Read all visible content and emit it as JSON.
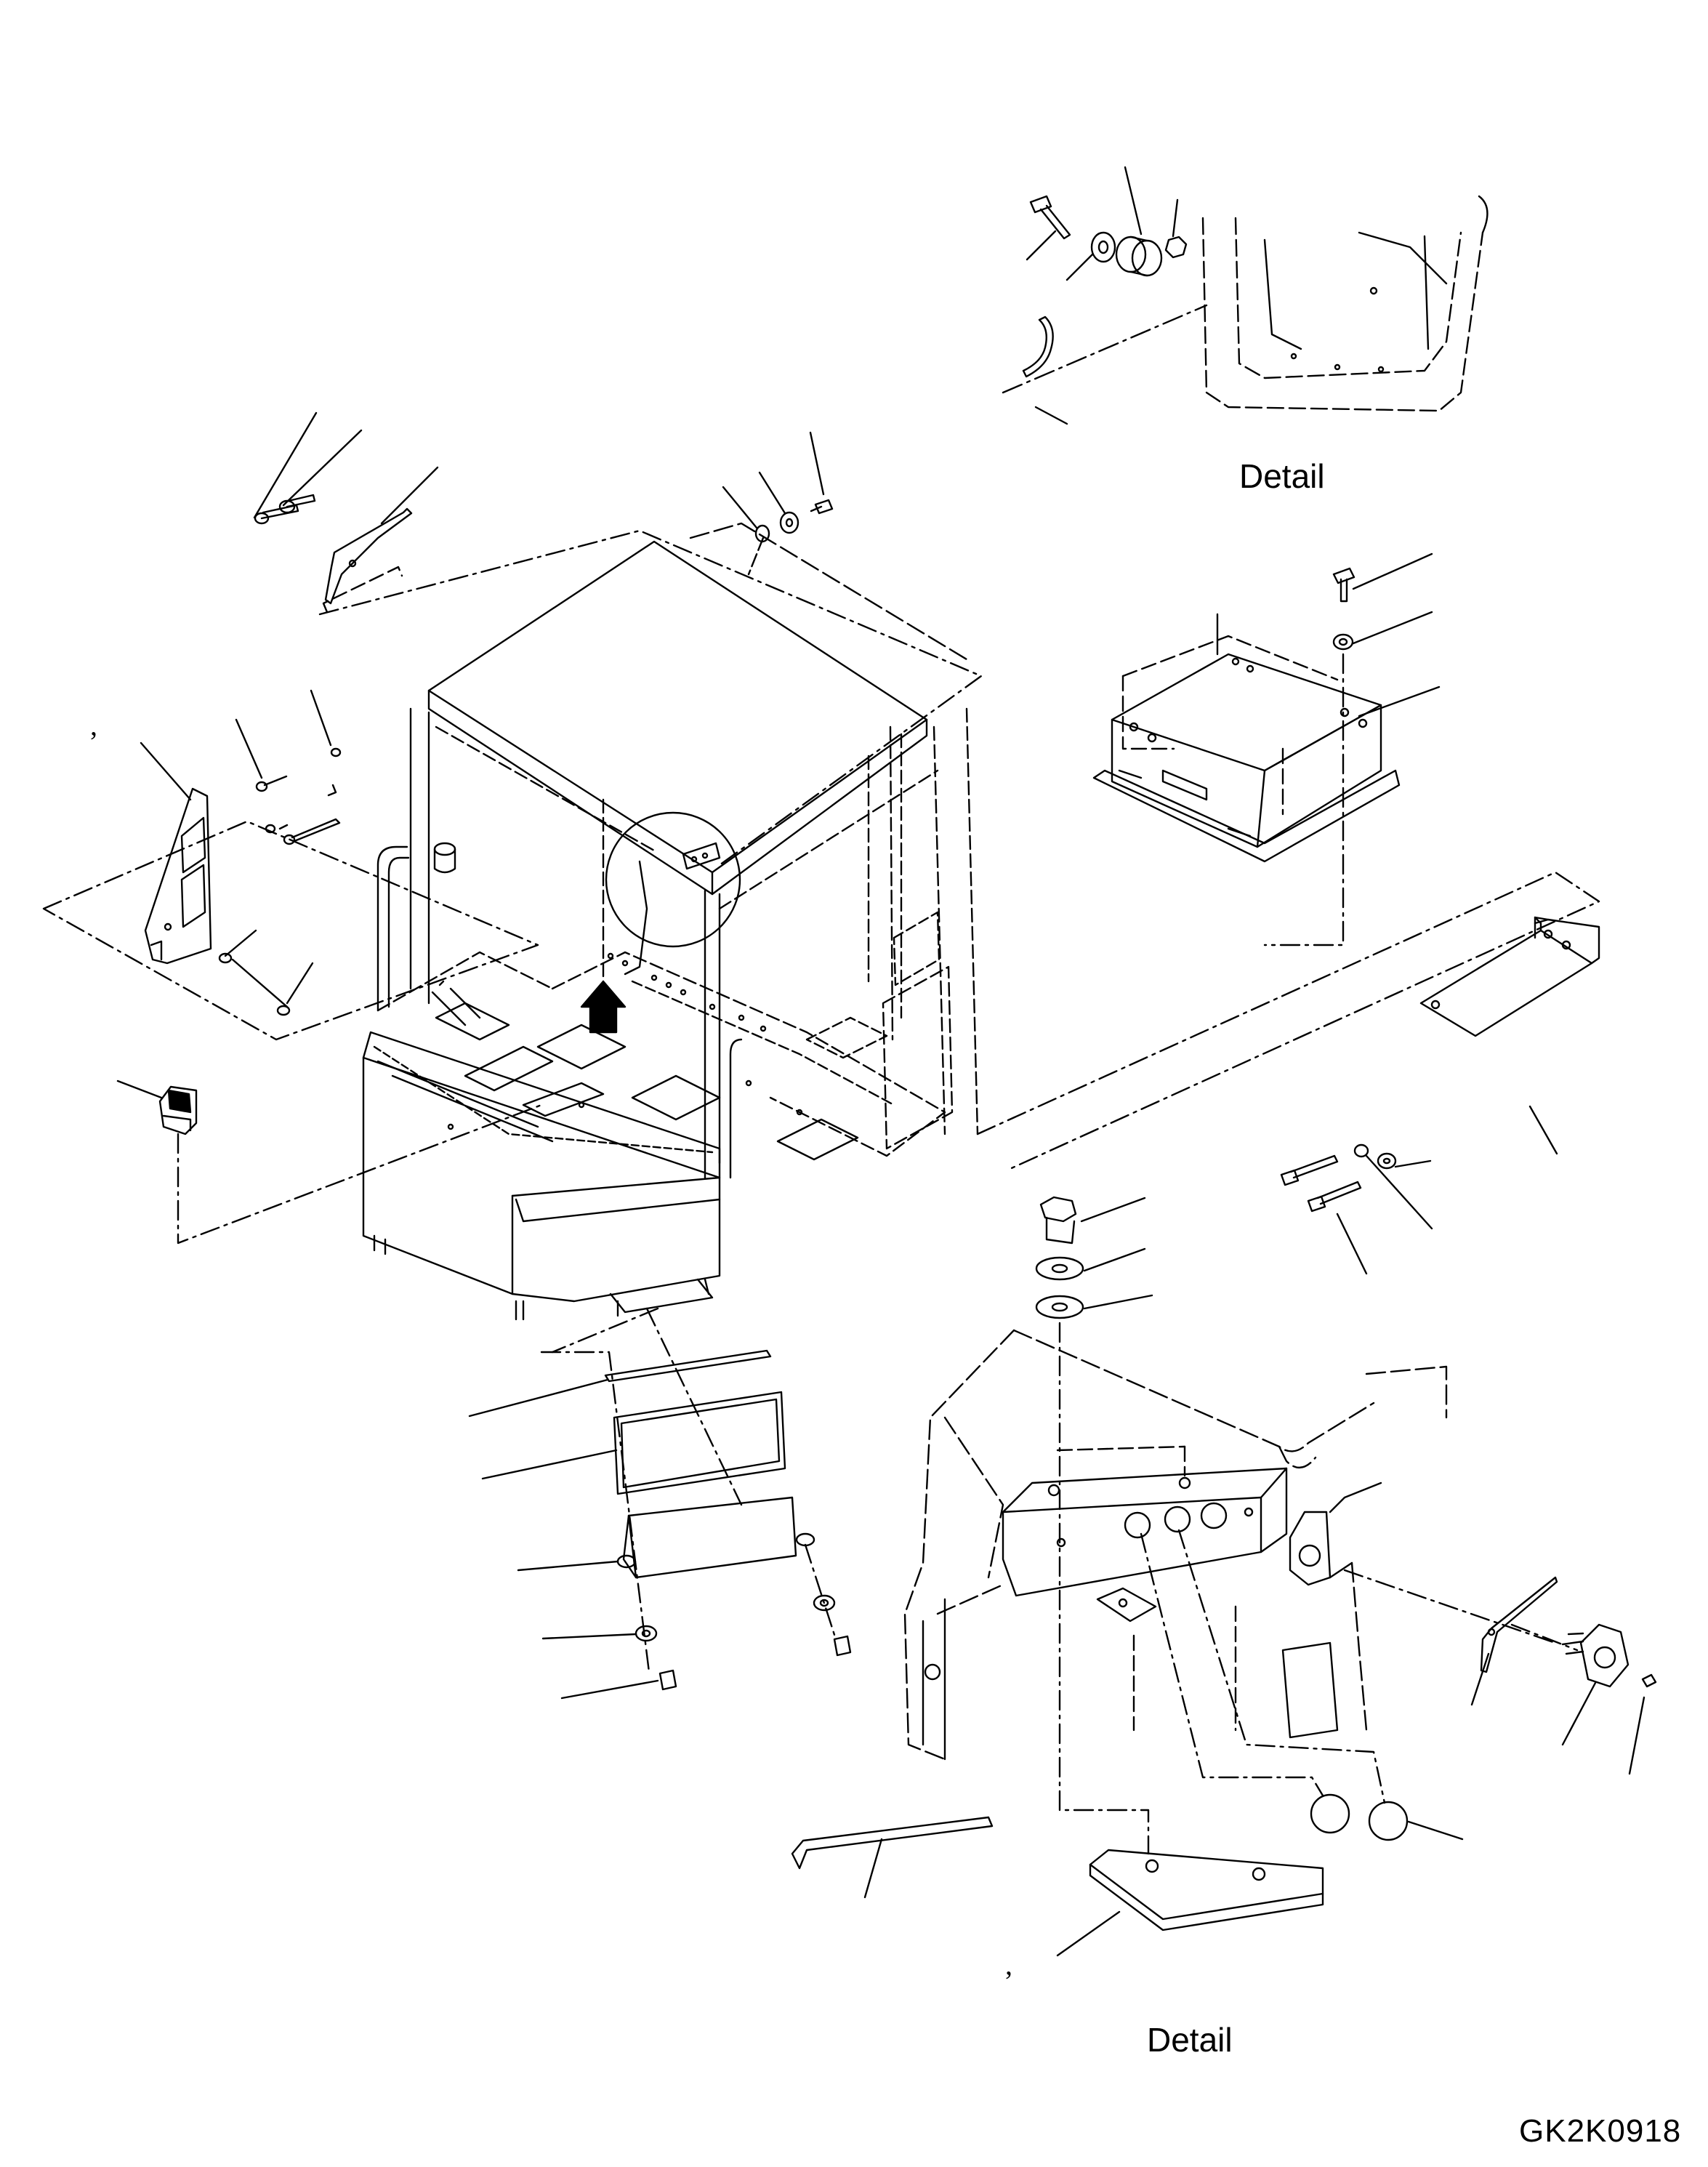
{
  "labels": {
    "detail_top": "Detail",
    "detail_bottom": "Detail",
    "drawing_code": "GK2K0918",
    "tick_left": ",",
    "tick_bottom": ","
  },
  "colors": {
    "line": "#000000",
    "background": "#ffffff"
  }
}
